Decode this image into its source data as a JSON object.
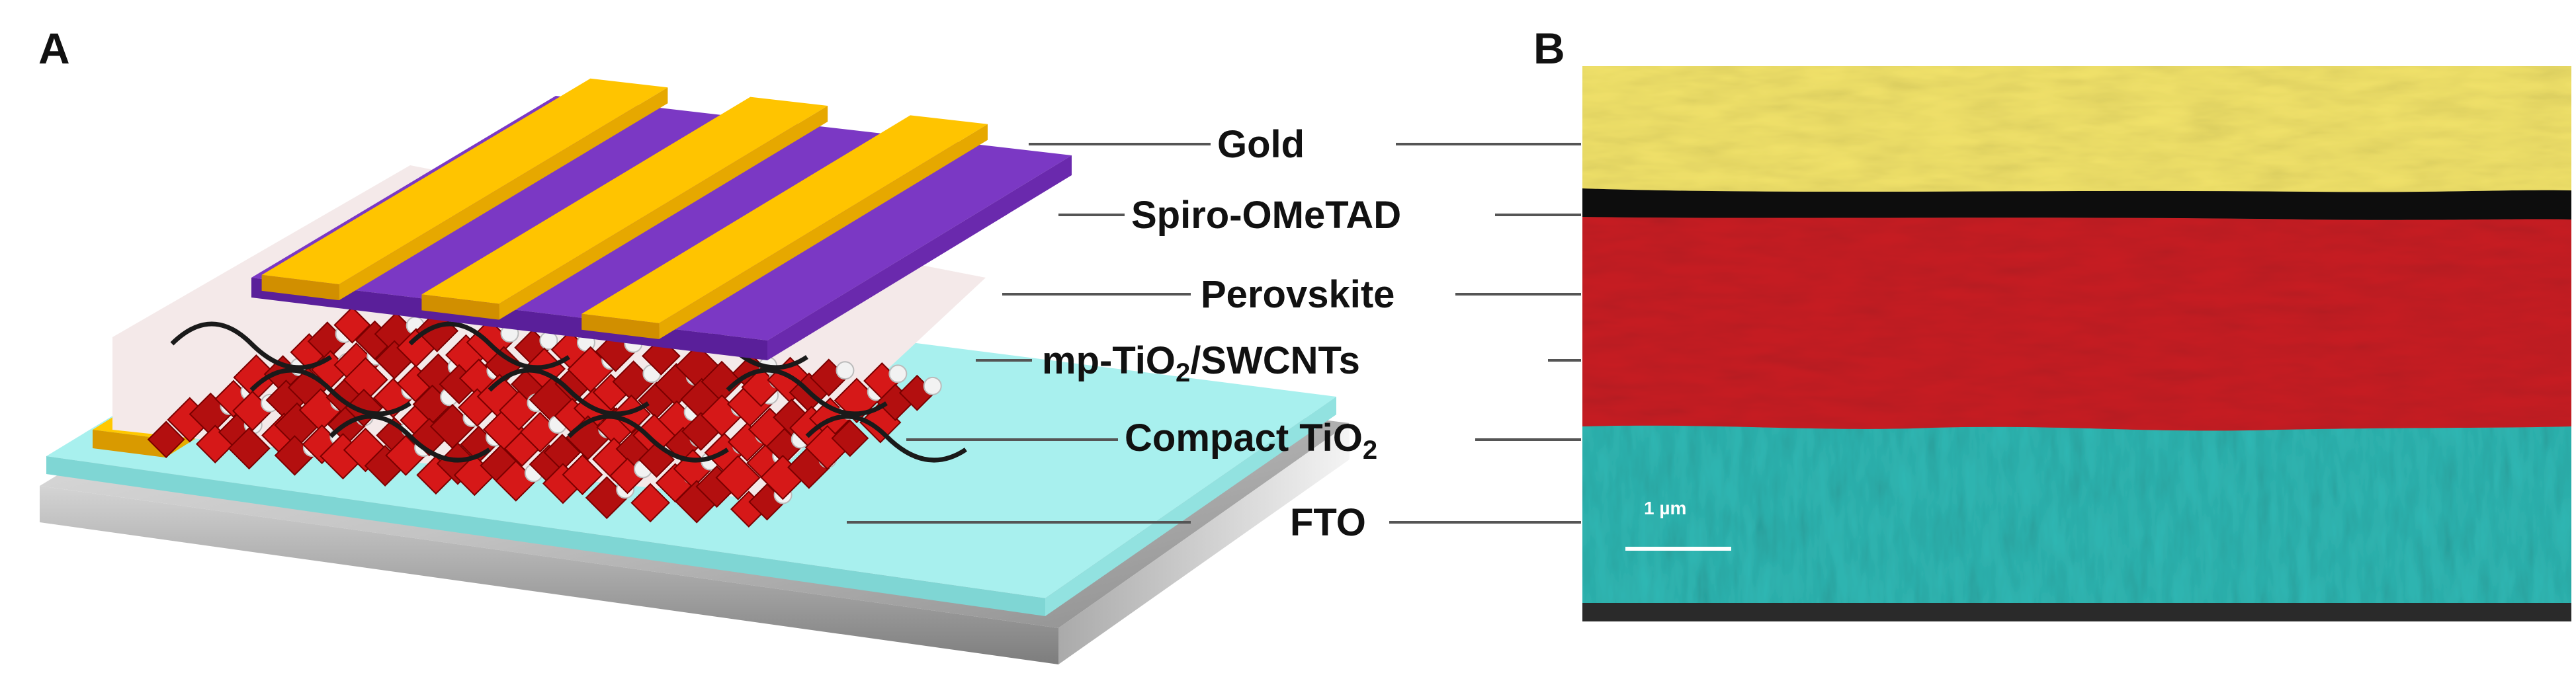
{
  "panels": {
    "a_letter": "A",
    "b_letter": "B"
  },
  "layers": [
    {
      "name": "Gold",
      "main": "Gold",
      "sub": "",
      "tail": "",
      "color": "#f5c400"
    },
    {
      "name": "Spiro-OMeTAD",
      "main": "Spiro-OMeTAD",
      "sub": "",
      "tail": "",
      "color": "#7a2fb0"
    },
    {
      "name": "Perovskite",
      "main": "Perovskite",
      "sub": "",
      "tail": "",
      "color": "#cf1f1f"
    },
    {
      "name": "mp-TiO2/SWCNTs",
      "main": "mp-TiO",
      "sub": "2",
      "tail": "/SWCNTs",
      "color": "#e23030"
    },
    {
      "name": "Compact TiO2",
      "main": "Compact TiO",
      "sub": "2",
      "tail": "",
      "color": "#9ff0ee"
    },
    {
      "name": "FTO",
      "main": "FTO",
      "sub": "",
      "tail": "",
      "color": "#b8b8b8"
    }
  ],
  "micrograph": {
    "scale_bar_label": "1 µm",
    "layer_colors": {
      "gold": "#f2e36a",
      "spiro": "#111111",
      "perovskite": "#c81e24",
      "tio2": "#2fb9b4",
      "fto": "#222222"
    }
  }
}
